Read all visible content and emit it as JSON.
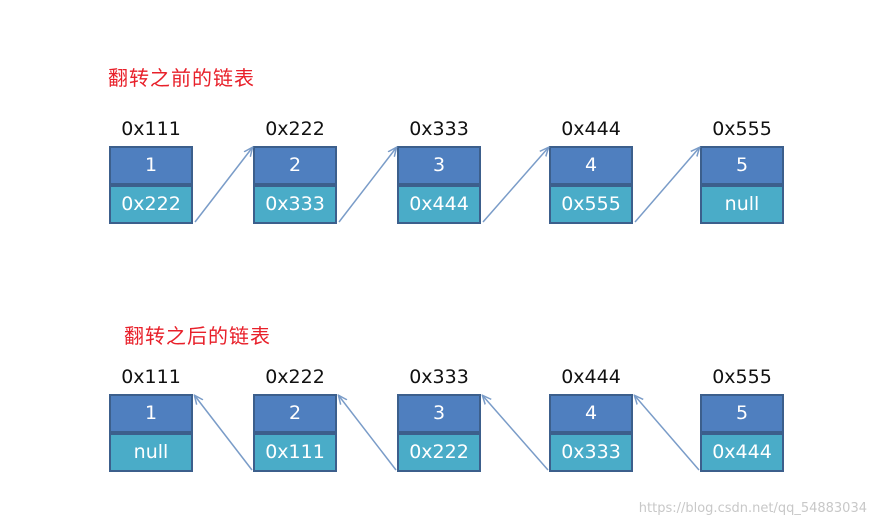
{
  "before": {
    "title": "翻转之前的链表",
    "nodes": [
      {
        "addr": "0x111",
        "value": "1",
        "next": "0x222"
      },
      {
        "addr": "0x222",
        "value": "2",
        "next": "0x333"
      },
      {
        "addr": "0x333",
        "value": "3",
        "next": "0x444"
      },
      {
        "addr": "0x444",
        "value": "4",
        "next": "0x555"
      },
      {
        "addr": "0x555",
        "value": "5",
        "next": "null"
      }
    ]
  },
  "after": {
    "title": "翻转之后的链表",
    "nodes": [
      {
        "addr": "0x111",
        "value": "1",
        "next": "null"
      },
      {
        "addr": "0x222",
        "value": "2",
        "next": "0x111"
      },
      {
        "addr": "0x333",
        "value": "3",
        "next": "0x222"
      },
      {
        "addr": "0x444",
        "value": "4",
        "next": "0x333"
      },
      {
        "addr": "0x555",
        "value": "5",
        "next": "0x444"
      }
    ]
  },
  "watermark": "https://blog.csdn.net/qq_54883034",
  "colors": {
    "title": "#e8202a",
    "value_cell": "#4f7fbf",
    "next_cell": "#4aacc8",
    "border": "#3c5f8c",
    "arrow": "#7a9cc8"
  }
}
